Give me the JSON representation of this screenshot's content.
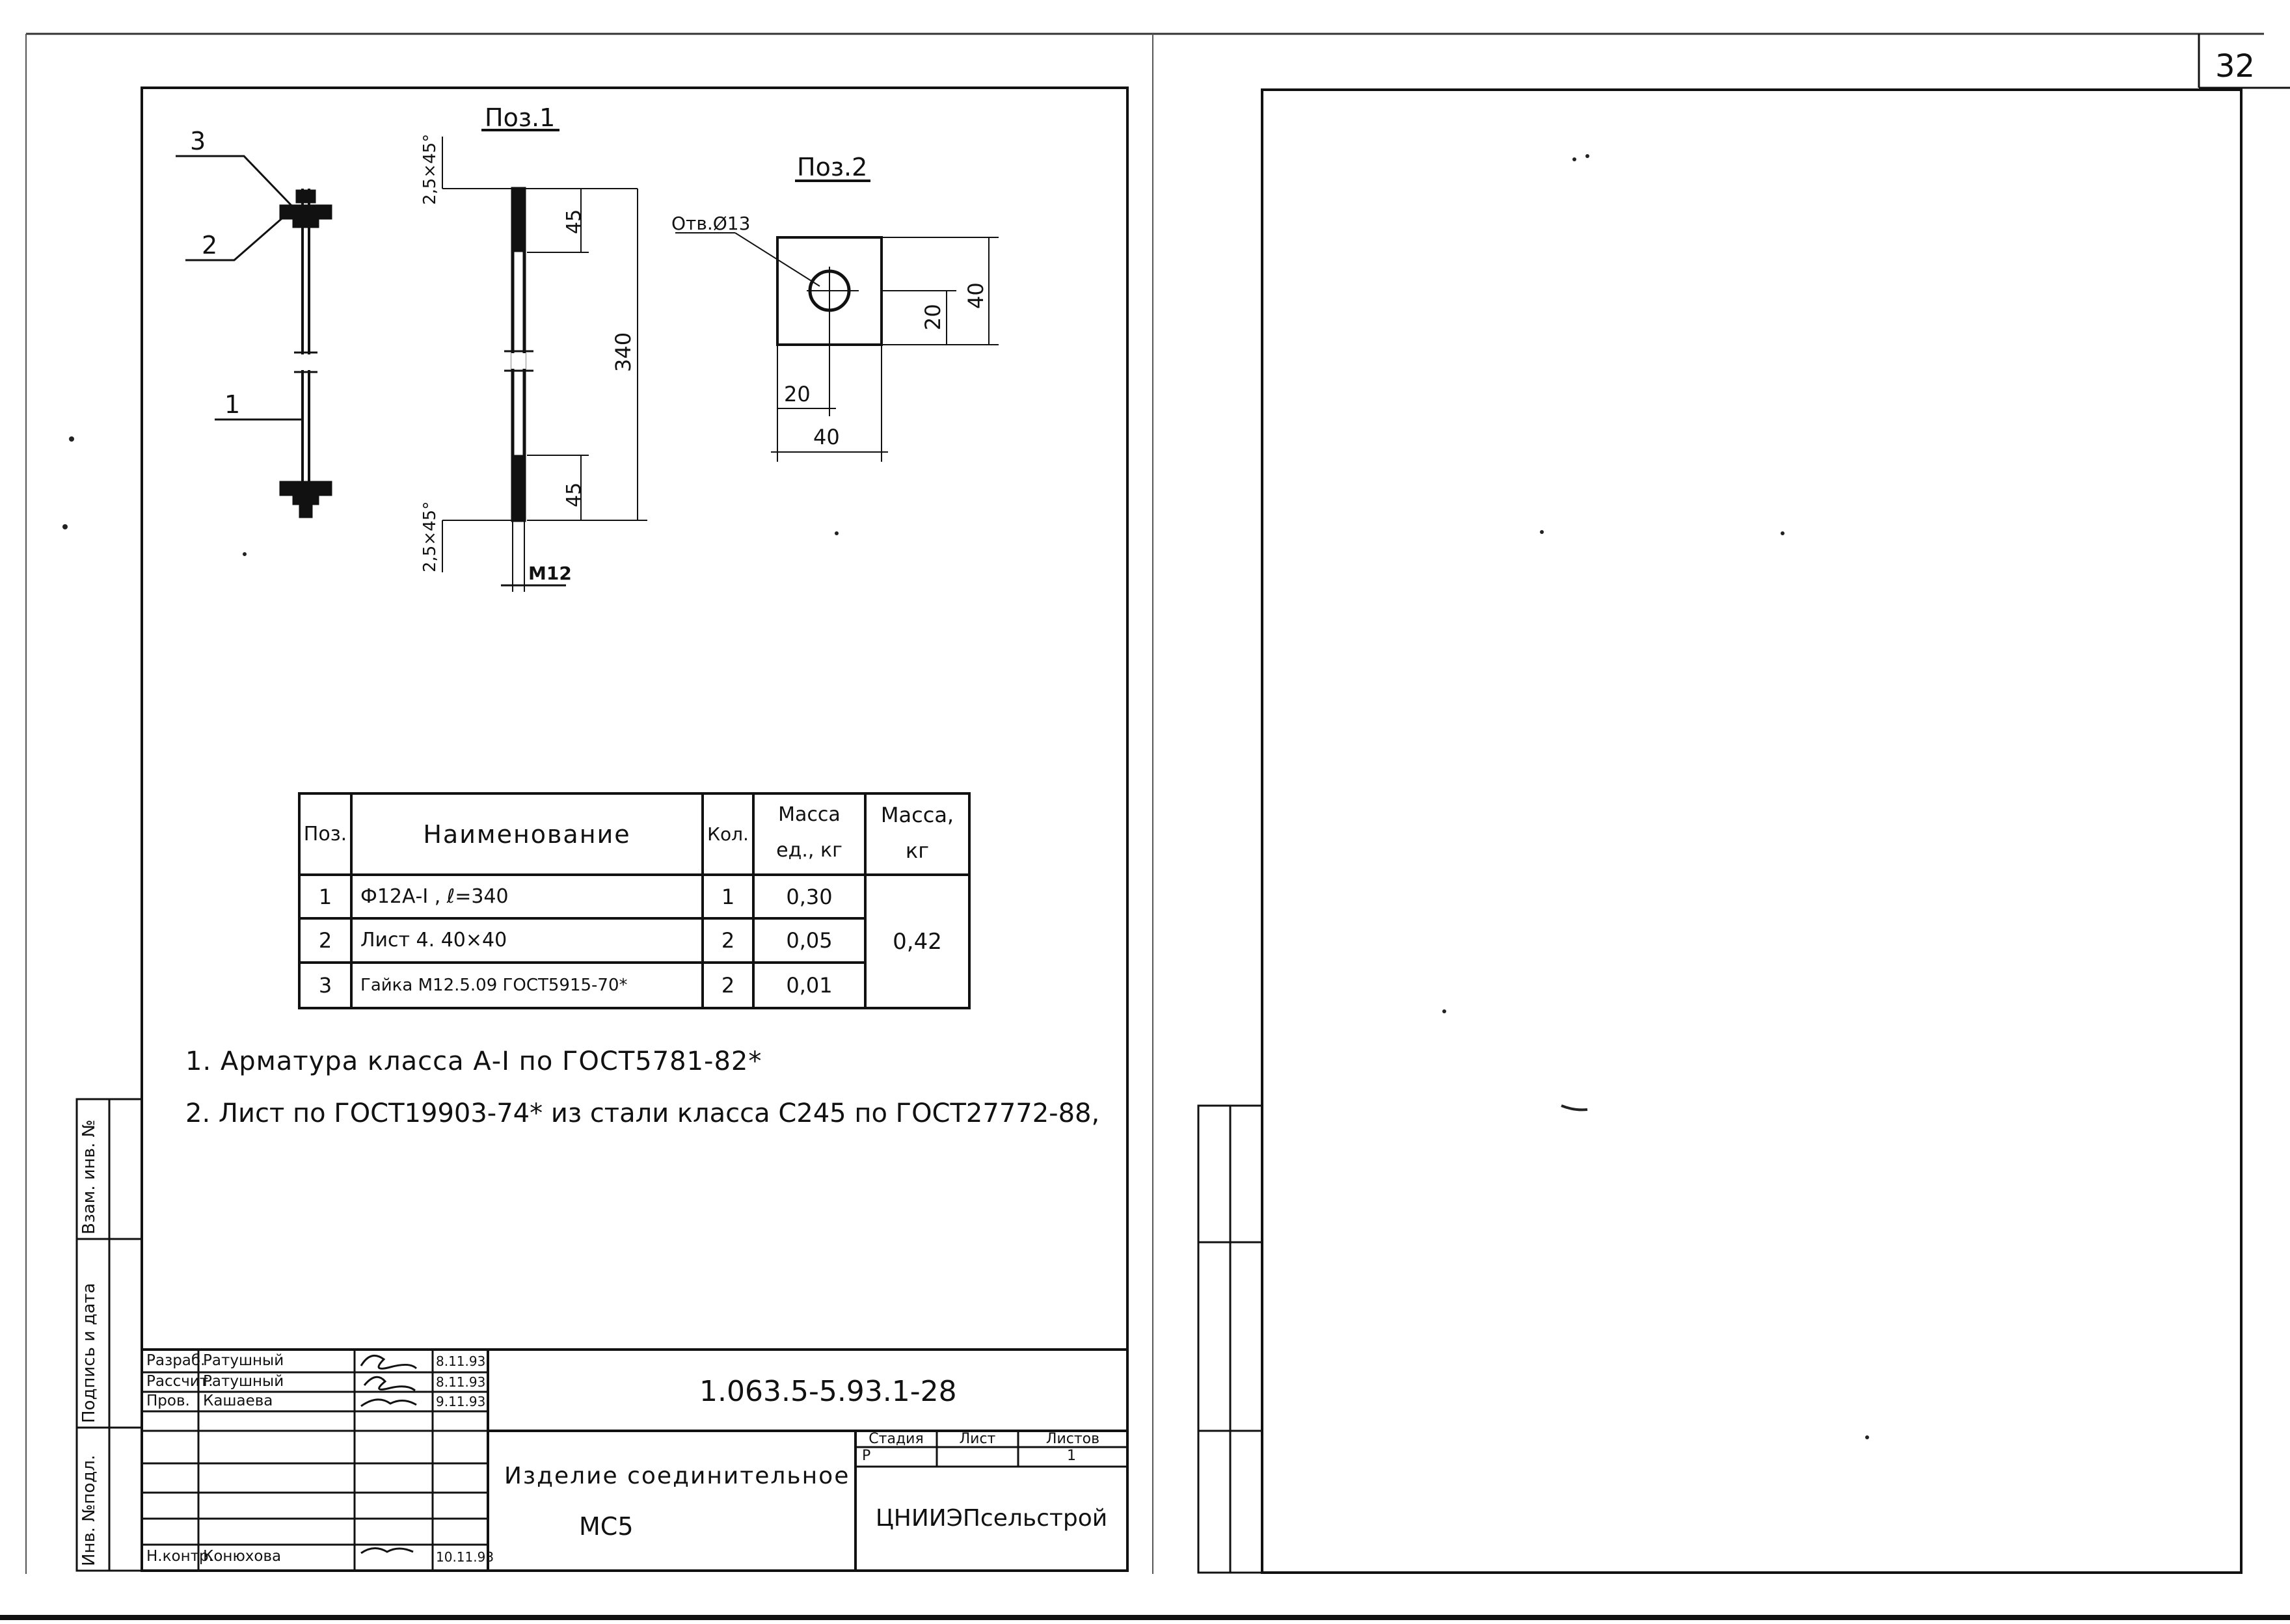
{
  "sheet_number": "32",
  "drawing": {
    "pos1_title": "Поз.1",
    "pos2_title": "Поз.2",
    "leaders": [
      "3",
      "2",
      "1"
    ],
    "dims_pos1": {
      "chamfer_top": "2,5×45°",
      "chamfer_bottom": "2,5×45°",
      "thread_top": "45",
      "thread_bottom": "45",
      "length": "340",
      "thread": "М12"
    },
    "dims_pos2": {
      "hole": "Отв.Ø13",
      "v20": "20",
      "v40": "40",
      "h20": "20",
      "h40": "40"
    }
  },
  "spec_table": {
    "headers": {
      "pos": "Поз.",
      "name": "Наименование",
      "qty": "Кол.",
      "unit_mass_1": "Масса",
      "unit_mass_2": "ед., кг",
      "total_mass_1": "Масса,",
      "total_mass_2": "кг"
    },
    "rows": [
      {
        "pos": "1",
        "name": "Ф12А-I , ℓ=340",
        "qty": "1",
        "unit_mass": "0,30"
      },
      {
        "pos": "2",
        "name": "Лист 4. 40×40",
        "qty": "2",
        "unit_mass": "0,05"
      },
      {
        "pos": "3",
        "name": "Гайка М12.5.09 ГОСТ5915-70*",
        "qty": "2",
        "unit_mass": "0,01"
      }
    ],
    "total_mass": "0,42"
  },
  "notes": [
    "1. Арматура класса А-I по ГОСТ5781-82*",
    "2. Лист по ГОСТ19903-74* из стали класса С245 по ГОСТ27772-88,"
  ],
  "side_stamps": {
    "inv_podl": "Инв. №подл.",
    "podpis_data": "Подпись и дата",
    "vzam_inv": "Взам. инв. №"
  },
  "title_block": {
    "doc_code": "1.063.5-5.93.1-28",
    "product_name_1": "Изделие соединительное",
    "product_name_2": "МС5",
    "stage_label": "Стадия",
    "sheet_label": "Лист",
    "sheets_label": "Листов",
    "stage_value": "Р",
    "sheets_value": "1",
    "organization": "ЦНИИЭПсельстрой",
    "roles": [
      {
        "role": "Разраб.",
        "name": "Ратушный",
        "date": "8.11.93"
      },
      {
        "role": "Рассчит.",
        "name": "Ратушный",
        "date": "8.11.93"
      },
      {
        "role": "Пров.",
        "name": "Кашаева",
        "date": "9.11.93"
      },
      {
        "role": "",
        "name": "",
        "date": ""
      },
      {
        "role": "",
        "name": "",
        "date": ""
      },
      {
        "role": "",
        "name": "",
        "date": ""
      },
      {
        "role": "Н.контр.",
        "name": "Конюхова",
        "date": "10.11.93"
      }
    ]
  }
}
